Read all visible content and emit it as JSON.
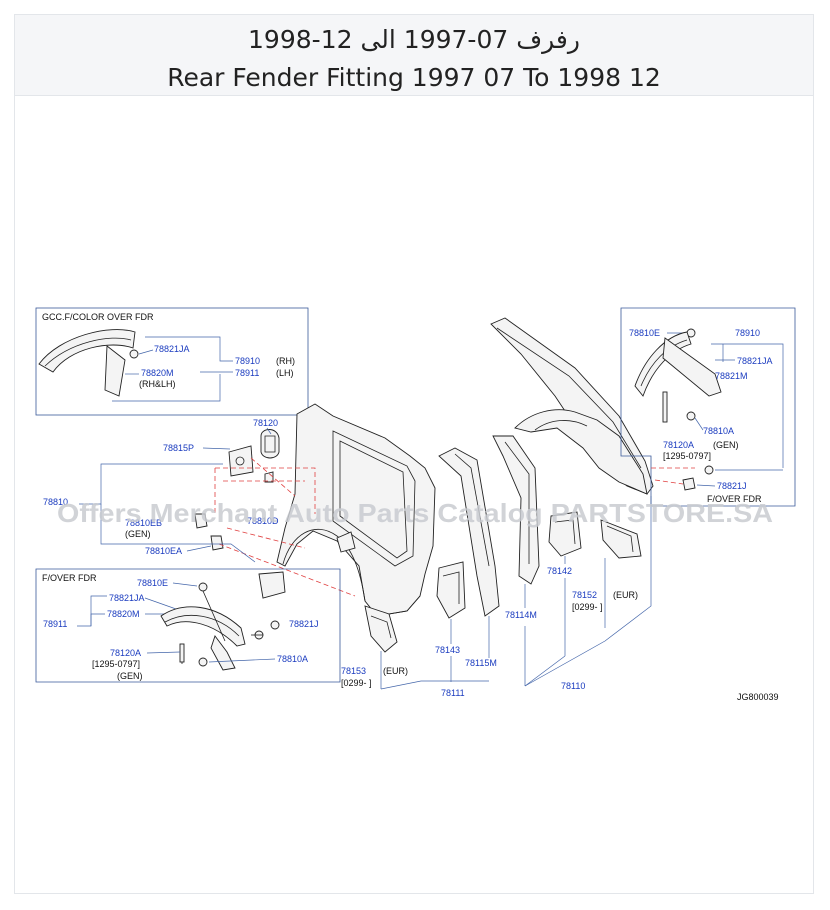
{
  "header": {
    "title_ar": "رفرف 07-1997 الى 12-1998",
    "title_en": "Rear Fender Fitting 1997 07 To 1998 12"
  },
  "watermark": "Offers Merchant Auto Parts Catalog PARTSTORE.SA",
  "diagram_code": "JG800039",
  "boxes": {
    "gcc_title": "GCC.F/COLOR  OVER  FDR",
    "fover_left_title": "F/OVER  FDR",
    "fover_right_title": "F/OVER  FDR"
  },
  "labels": {
    "gcc_78821JA": "78821JA",
    "gcc_78820M": "78820M",
    "gcc_rhlh": "(RH&LH)",
    "gcc_78910": "78910",
    "gcc_rh": "(RH)",
    "gcc_78911": "78911",
    "gcc_lh": "(LH)",
    "p78120": "78120",
    "p78815P": "78815P",
    "p78810": "78810",
    "p78810EB": "78810EB",
    "p_gen1": "(GEN)",
    "p78810EA": "78810EA",
    "p78810D": "78810D",
    "l78810E": "78810E",
    "l78821JA": "78821JA",
    "l78820M": "78820M",
    "l78911": "78911",
    "l78120A": "78120A",
    "l_date": "[1295-0797]",
    "l_gen": "(GEN)",
    "l78810A": "78810A",
    "p78821J": "78821J",
    "p78153": "78153",
    "p78153_eur": "(EUR)",
    "p78153_date": "[0299-       ]",
    "p78143": "78143",
    "p78115M": "78115M",
    "p78111": "78111",
    "p78114M": "78114M",
    "p78142": "78142",
    "p78152": "78152",
    "p78152_eur": "(EUR)",
    "p78152_date": "[0299-           ]",
    "p78110": "78110",
    "r78810E": "78810E",
    "r78910": "78910",
    "r78821JA": "78821JA",
    "r78821M": "78821M",
    "r78810A": "78810A",
    "r78120A": "78120A",
    "r_gen": "(GEN)",
    "r_date": "[1295-0797]",
    "r78821J": "78821J"
  }
}
